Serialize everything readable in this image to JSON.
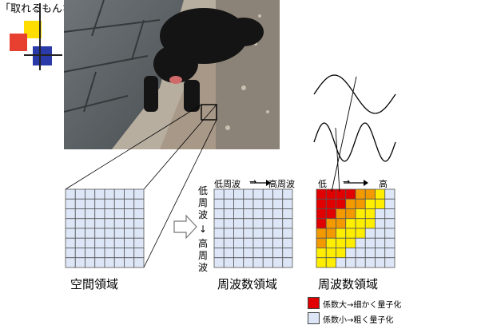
{
  "title": "「取れるもんなら取ってみろ」の図",
  "labels": {
    "spatial_domain": "空間領域",
    "frequency_domain_1": "周波数領域",
    "frequency_domain_2": "周波数領域",
    "low_to_high_horizontal": "低周波",
    "high_frequency_label": "高周波",
    "vertical_low": "低周波",
    "vertical_high": "高周波",
    "low": "低",
    "high": "高",
    "arrow_right": "→",
    "arrow_down": "↓"
  },
  "legend": [
    {
      "color": "#e00000",
      "text": "係数大→細かく量子化"
    },
    {
      "color": "#dde6f7",
      "text": "係数小→粗く量子化"
    }
  ],
  "icons": {
    "logo": "colored-squares-cross-logo",
    "arrow": "hollow-right-arrow-icon",
    "waves": "sine-wave-icon"
  },
  "colors": {
    "grid_cell": "#dde6f7",
    "red": "#e00000",
    "orange": "#f39a00",
    "yellow": "#ffee00"
  },
  "coefficient_map": [
    "RRRROOYW",
    "RRROOYYW",
    "RROOYYWW",
    "ROOYYYWW",
    "OOYYYWWW",
    "OYYYWWWW",
    "YYYWWWWW",
    "YYWWWWWW"
  ]
}
